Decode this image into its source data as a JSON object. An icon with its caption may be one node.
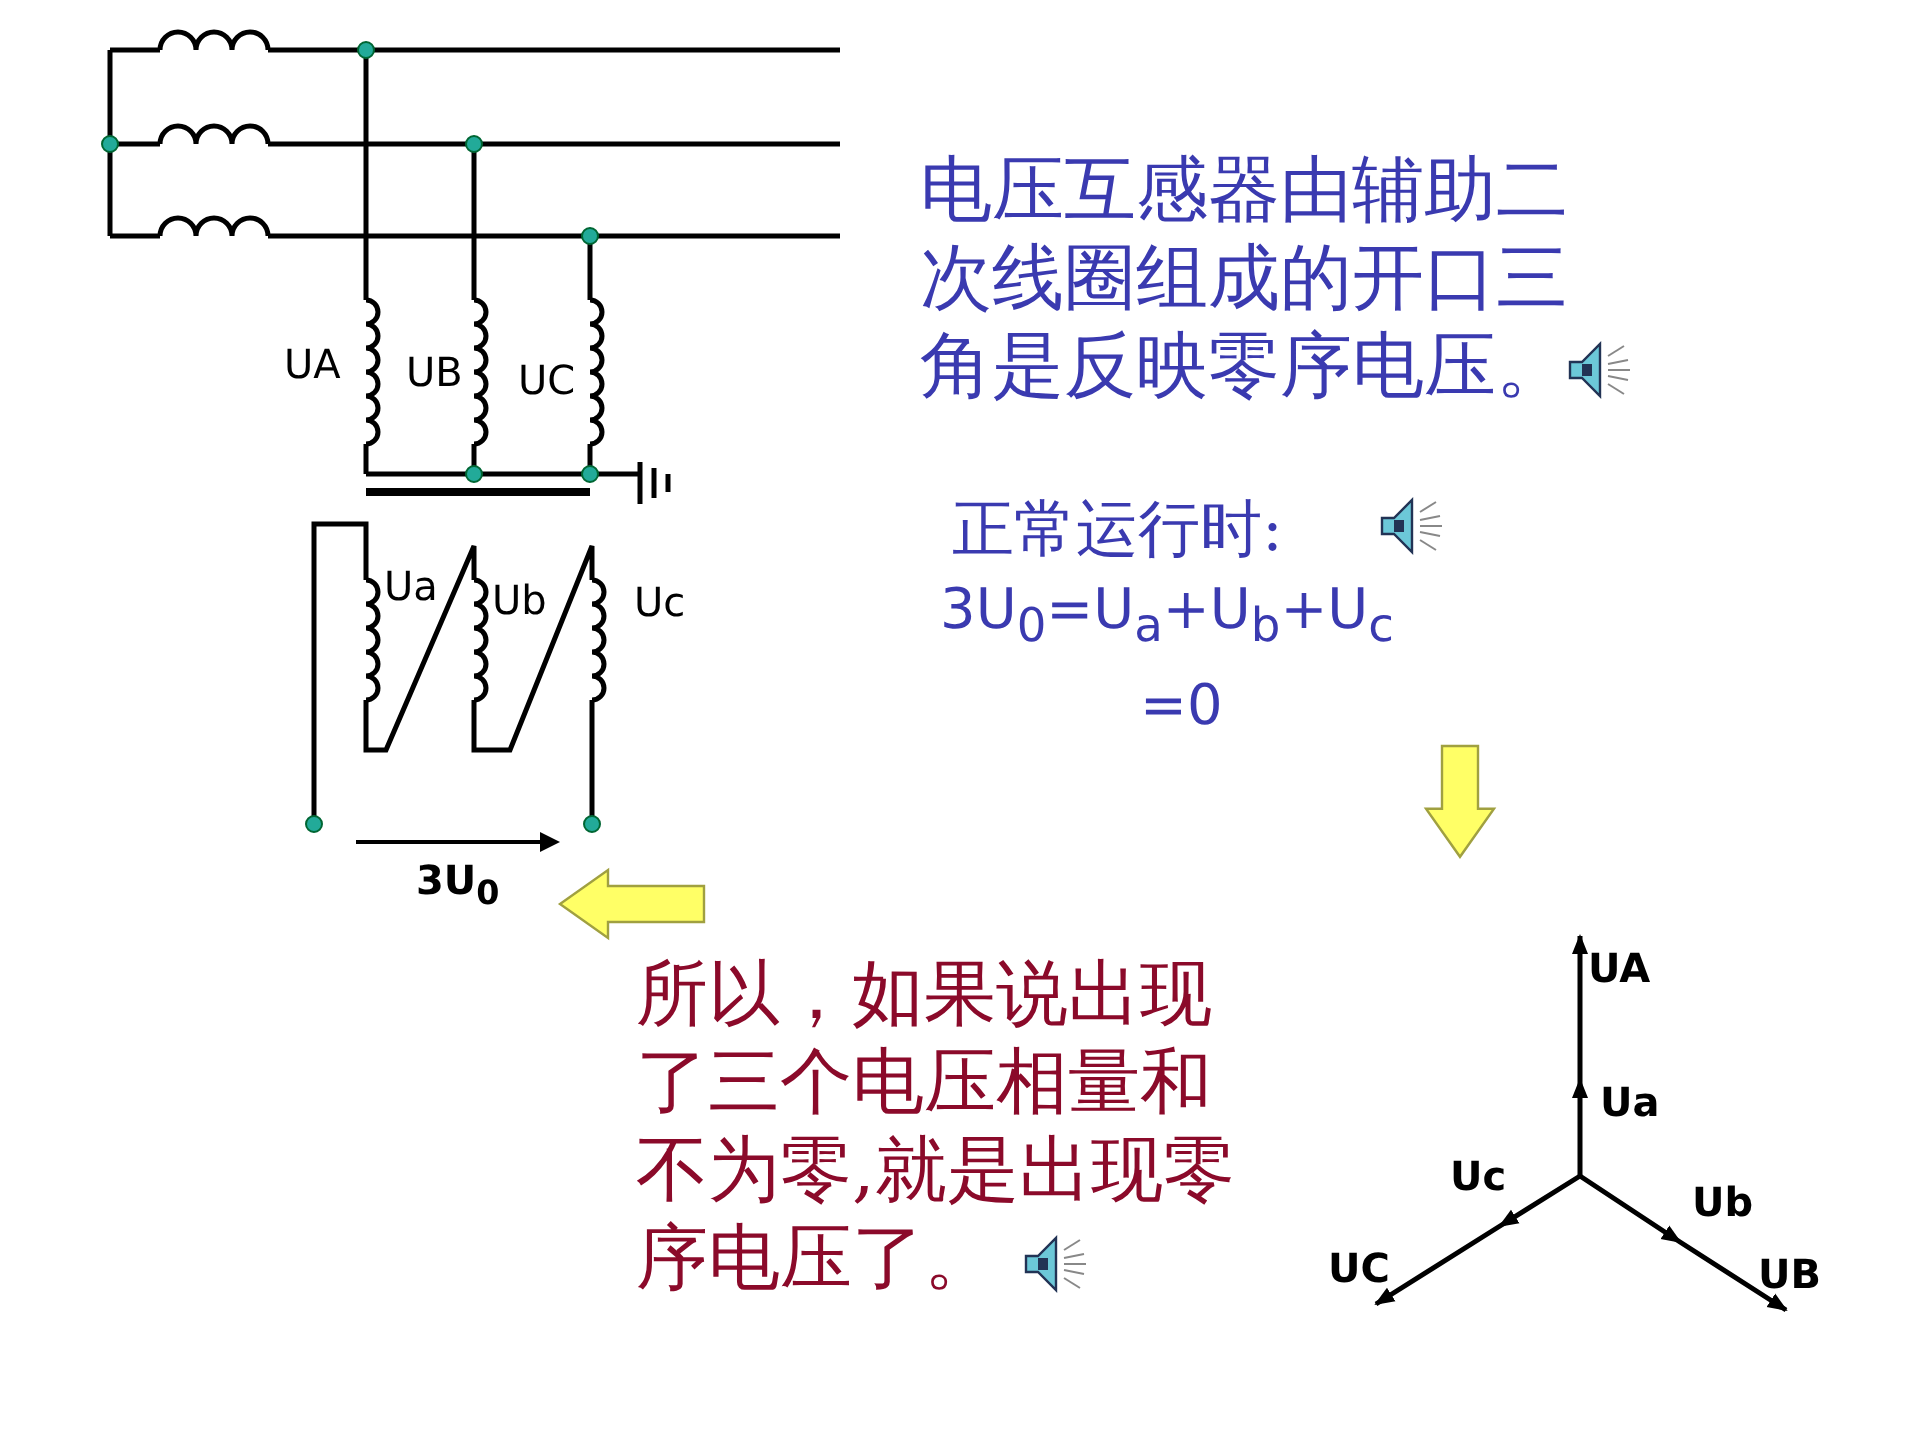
{
  "diagram": {
    "nodes": [
      {
        "text": [
          "电压互感器由辅助二次线圈组成的开口三角是反映零序电压。"
        ]
      },
      {
        "text": [
          "正常运行时:",
          "3U$_{0}$=U$_{a}$+U$_{b}$+U$_{c}$",
          "=0"
        ]
      },
      {
        "text": [
          "所以，如果说出现了三个电压相量和不为零,就是出现零序电压了。"
        ]
      },
      {
        "text": [],
        "shape": "picture"
      },
      {
        "text": [
          "3U$_{0}$"
        ]
      }
    ],
    "edges": [
      {
        "from": 1,
        "to": 3,
        "arrow": "to"
      },
      {
        "from": 2,
        "to": 4,
        "arrow": "to"
      }
    ],
    "labels": [
      "UA",
      "UB",
      "UC",
      "Ua",
      "Ub",
      "Uc",
      "UA",
      "Ua",
      "Uc",
      "Ub",
      "UC",
      "UB"
    ]
  }
}
